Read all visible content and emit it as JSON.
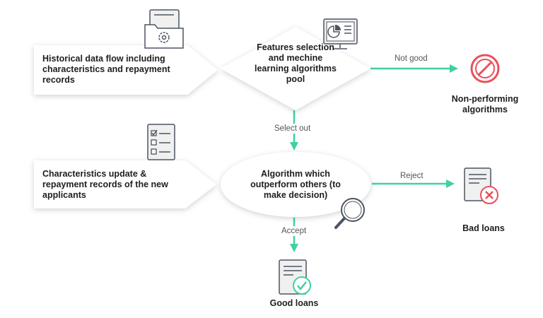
{
  "input_1": "Historical data flow including characteristics and repayment records",
  "input_2": "Characteristics update & repayment records of the new applicants",
  "decision": "Features selection and mechine learning algorithms pool",
  "process": "Algorithm which outperform others (to make decision)",
  "edge_not_good": "Not good",
  "edge_select_out": "Select out",
  "edge_reject": "Reject",
  "edge_accept": "Accept",
  "outcome_non_performing": "Non-performing algorithms",
  "outcome_bad": "Bad loans",
  "outcome_good": "Good loans",
  "colors": {
    "arrow": "#3dd29b",
    "shape_fill": "#ffffff",
    "shadow": "#d9d9d9",
    "icon_stroke": "#4d5561",
    "icon_panel": "#f0f0f0",
    "reject_red": "#e8505b",
    "check_green": "#3dd29b"
  }
}
